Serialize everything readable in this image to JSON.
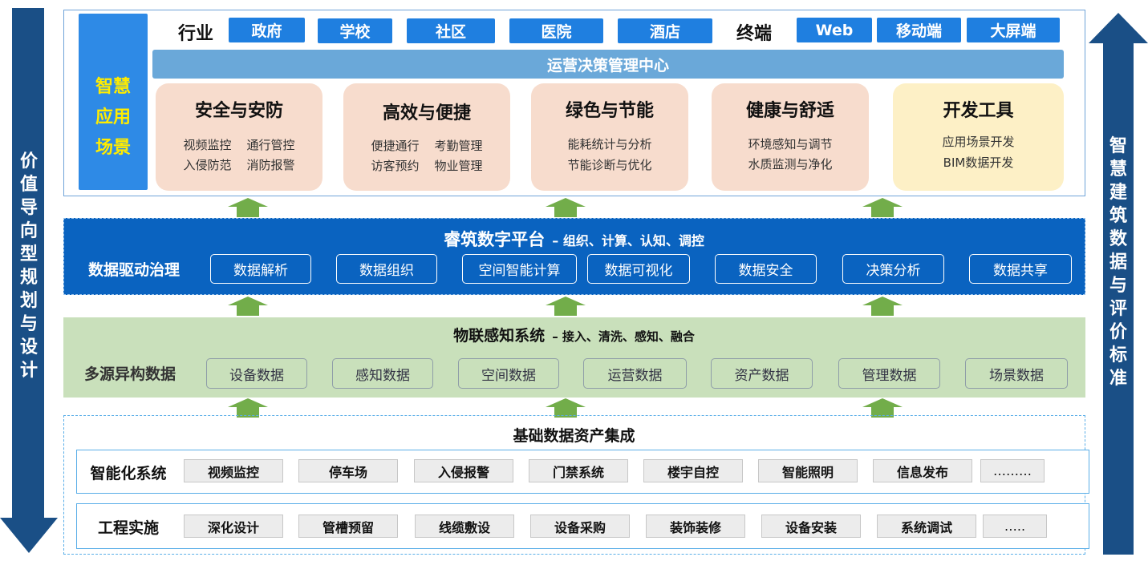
{
  "left_axis": {
    "label": "价值导向型规划与设计"
  },
  "right_axis": {
    "label": "智慧建筑数据与评价标准"
  },
  "top": {
    "scenario_label": [
      "智慧",
      "应用",
      "场景"
    ],
    "industry_label": "行业",
    "industries": [
      "政府",
      "学校",
      "社区",
      "医院",
      "酒店"
    ],
    "terminal_label": "终端",
    "terminals": [
      "Web",
      "移动端",
      "大屏端"
    ],
    "center_bar": "运营决策管理中心",
    "scenes": [
      {
        "title": "安全与安防",
        "lines": [
          "视频监控    通行管控",
          "入侵防范    消防报警"
        ]
      },
      {
        "title": "高效与便捷",
        "lines": [
          "便捷通行    考勤管理",
          "访客预约    物业管理"
        ]
      },
      {
        "title": "绿色与节能",
        "lines": [
          "能耗统计与分析",
          "节能诊断与优化"
        ]
      },
      {
        "title": "健康与舒适",
        "lines": [
          "环境感知与调节",
          "水质监测与净化"
        ]
      },
      {
        "title": "开发工具",
        "lines": [
          "应用场景开发",
          "BIM数据开发"
        ]
      }
    ]
  },
  "platform": {
    "title": "睿筑数字平台",
    "subtitle": "– 组织、计算、认知、调控",
    "side_label": "数据驱动治理",
    "items": [
      "数据解析",
      "数据组织",
      "空间智能计算",
      "数据可视化",
      "数据安全",
      "决策分析",
      "数据共享"
    ]
  },
  "iot": {
    "title": "物联感知系统",
    "subtitle": "– 接入、清洗、感知、融合",
    "side_label": "多源异构数据",
    "items": [
      "设备数据",
      "感知数据",
      "空间数据",
      "运营数据",
      "资产数据",
      "管理数据",
      "场景数据"
    ]
  },
  "base": {
    "title": "基础数据资产集成",
    "rows": [
      {
        "label": "智能化系统",
        "items": [
          "视频监控",
          "停车场",
          "入侵报警",
          "门禁系统",
          "楼宇自控",
          "智能照明",
          "信息发布",
          "………"
        ]
      },
      {
        "label": "工程实施",
        "items": [
          "深化设计",
          "管槽预留",
          "线缆敷设",
          "设备采购",
          "装饰装修",
          "设备安装",
          "系统调试",
          "….."
        ]
      }
    ]
  },
  "colors": {
    "navy": "#1a4f86",
    "blue": "#1f7fe0",
    "platform_blue": "#0a63c0",
    "light_blue_bar": "#6aa8d9",
    "scenario_blue": "#2e8ae6",
    "yellow_text": "#ffec00",
    "scene_pink": "#f7dccd",
    "dev_yellow": "#fdf0c6",
    "iot_green": "#c9e0bb",
    "arrow_green": "#72ad4a"
  }
}
